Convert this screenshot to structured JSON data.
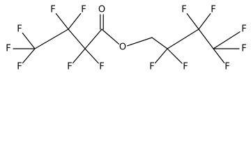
{
  "molecule": {
    "atoms": [
      {
        "id": "F1",
        "label": "F"
      },
      {
        "id": "F2",
        "label": "F"
      },
      {
        "id": "F3",
        "label": "F"
      },
      {
        "id": "F4",
        "label": "F"
      },
      {
        "id": "F5",
        "label": "F"
      },
      {
        "id": "F6",
        "label": "F"
      },
      {
        "id": "F7",
        "label": "F"
      },
      {
        "id": "O1",
        "label": "O"
      },
      {
        "id": "O2",
        "label": "O"
      },
      {
        "id": "F8",
        "label": "F"
      },
      {
        "id": "F9",
        "label": "F"
      },
      {
        "id": "F10",
        "label": "F"
      },
      {
        "id": "F11",
        "label": "F"
      },
      {
        "id": "F12",
        "label": "F"
      },
      {
        "id": "F13",
        "label": "F"
      },
      {
        "id": "F14",
        "label": "F"
      }
    ],
    "bonds": [
      {
        "from": "C1",
        "to": "F1",
        "order": 1
      },
      {
        "from": "C1",
        "to": "F2",
        "order": 1
      },
      {
        "from": "C1",
        "to": "F3",
        "order": 1
      },
      {
        "from": "C1",
        "to": "C2",
        "order": 1
      },
      {
        "from": "C2",
        "to": "F4",
        "order": 1
      },
      {
        "from": "C2",
        "to": "F5",
        "order": 1
      },
      {
        "from": "C2",
        "to": "C3",
        "order": 1
      },
      {
        "from": "C3",
        "to": "F6",
        "order": 1
      },
      {
        "from": "C3",
        "to": "F7",
        "order": 1
      },
      {
        "from": "C3",
        "to": "C4",
        "order": 1
      },
      {
        "from": "C4",
        "to": "O1",
        "order": 2
      },
      {
        "from": "C4",
        "to": "O2",
        "order": 1
      },
      {
        "from": "O2",
        "to": "C5",
        "order": 1
      },
      {
        "from": "C5",
        "to": "C6",
        "order": 1
      },
      {
        "from": "C6",
        "to": "F8",
        "order": 1
      },
      {
        "from": "C6",
        "to": "F9",
        "order": 1
      },
      {
        "from": "C6",
        "to": "C7",
        "order": 1
      },
      {
        "from": "C7",
        "to": "F10",
        "order": 1
      },
      {
        "from": "C7",
        "to": "F11",
        "order": 1
      },
      {
        "from": "C7",
        "to": "C8",
        "order": 1
      },
      {
        "from": "C8",
        "to": "F12",
        "order": 1
      },
      {
        "from": "C8",
        "to": "F13",
        "order": 1
      },
      {
        "from": "C8",
        "to": "F14",
        "order": 1
      }
    ]
  }
}
